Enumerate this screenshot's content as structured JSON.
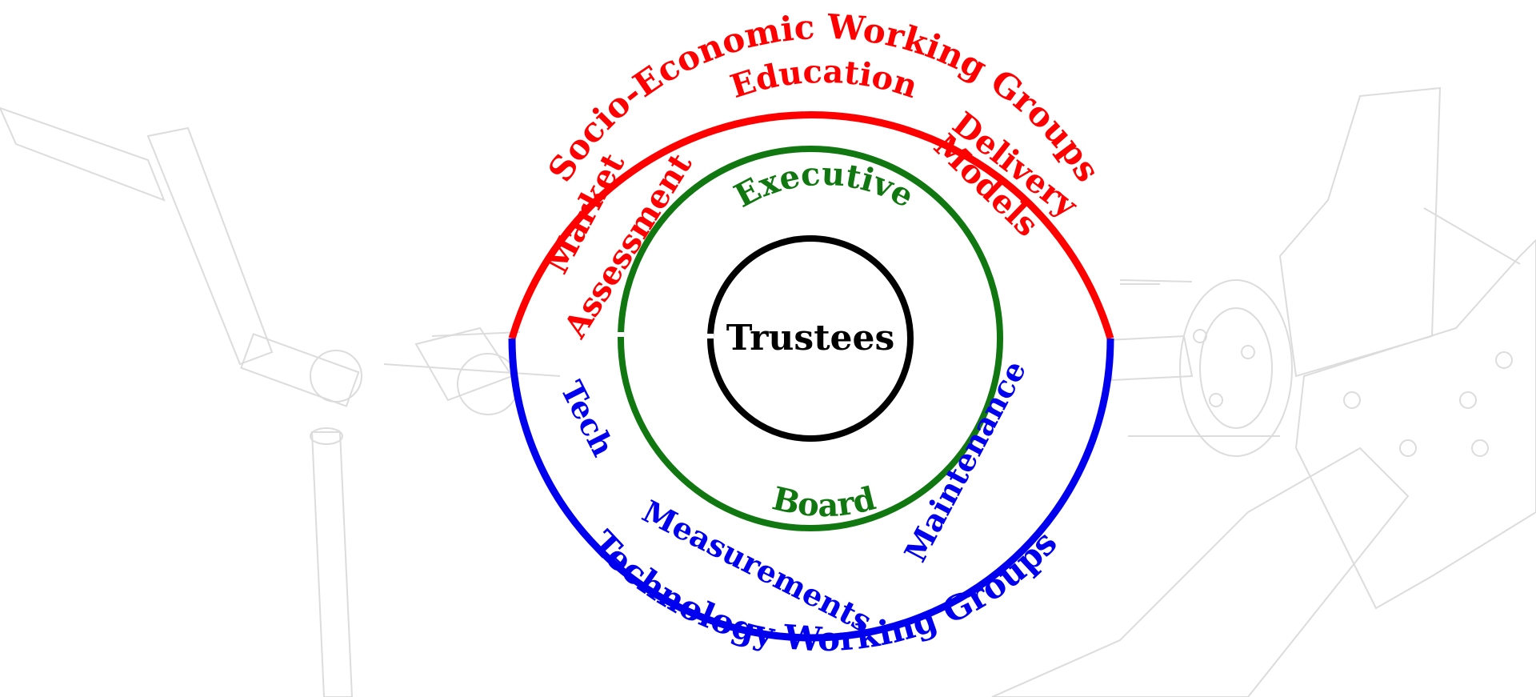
{
  "diagram": {
    "center": {
      "label": "Trustees"
    },
    "middle_ring": {
      "top_label": "Executive",
      "bottom_label": "Board"
    },
    "outer_ring": {
      "top_group": {
        "label": "Socio-Economic Working Groups",
        "items": [
          "Market",
          "Assessment",
          "Education",
          "Delivery",
          "Models"
        ]
      },
      "bottom_group": {
        "label": "Technology Working Groups",
        "items": [
          "Tech",
          "Measurements",
          "Maintenance"
        ]
      }
    }
  },
  "colors": {
    "outer_top": "#ff0000",
    "outer_bottom": "#0000ee",
    "middle_ring": "#117711",
    "center_ring": "#000000"
  }
}
